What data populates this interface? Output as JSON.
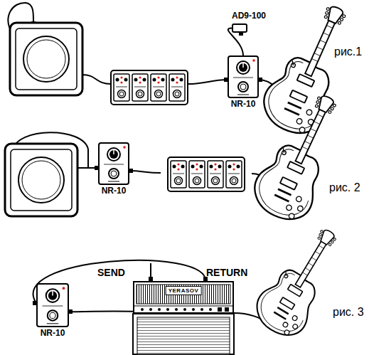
{
  "diagram": {
    "nodes": [
      {
        "text": [
          "AD9-100"
        ]
      },
      {
        "text": [
          "NR-10"
        ]
      },
      {
        "text": [
          "NR-10"
        ]
      },
      {
        "text": [
          "NR-10"
        ]
      },
      {
        "text": [
          "YERASOV"
        ]
      }
    ],
    "edges": [
      {
        "from": 0,
        "to": 1,
        "arrow": "none"
      },
      {
        "from": 4,
        "to": 3,
        "arrow": "none"
      },
      {
        "from": 3,
        "to": 4,
        "arrow": "none"
      }
    ],
    "labels": [
      "рис.1",
      "рис. 2",
      "SEND",
      "RETURN",
      "рис. 3"
    ]
  }
}
